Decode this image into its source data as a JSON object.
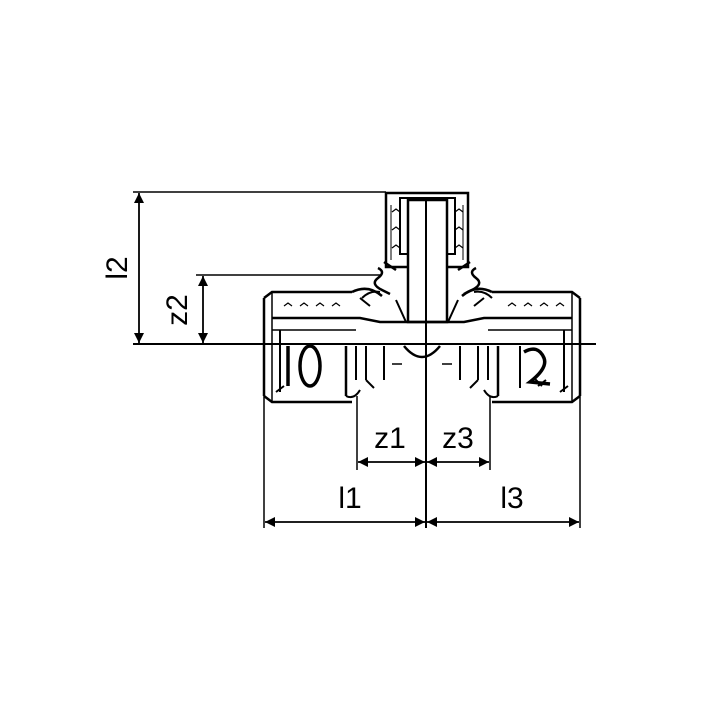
{
  "labels": {
    "l1": "l1",
    "l2": "l2",
    "l3": "l3",
    "z1": "z1",
    "z2": "z2",
    "z3": "z3"
  },
  "colors": {
    "line": "#000000",
    "background": "#ffffff"
  }
}
